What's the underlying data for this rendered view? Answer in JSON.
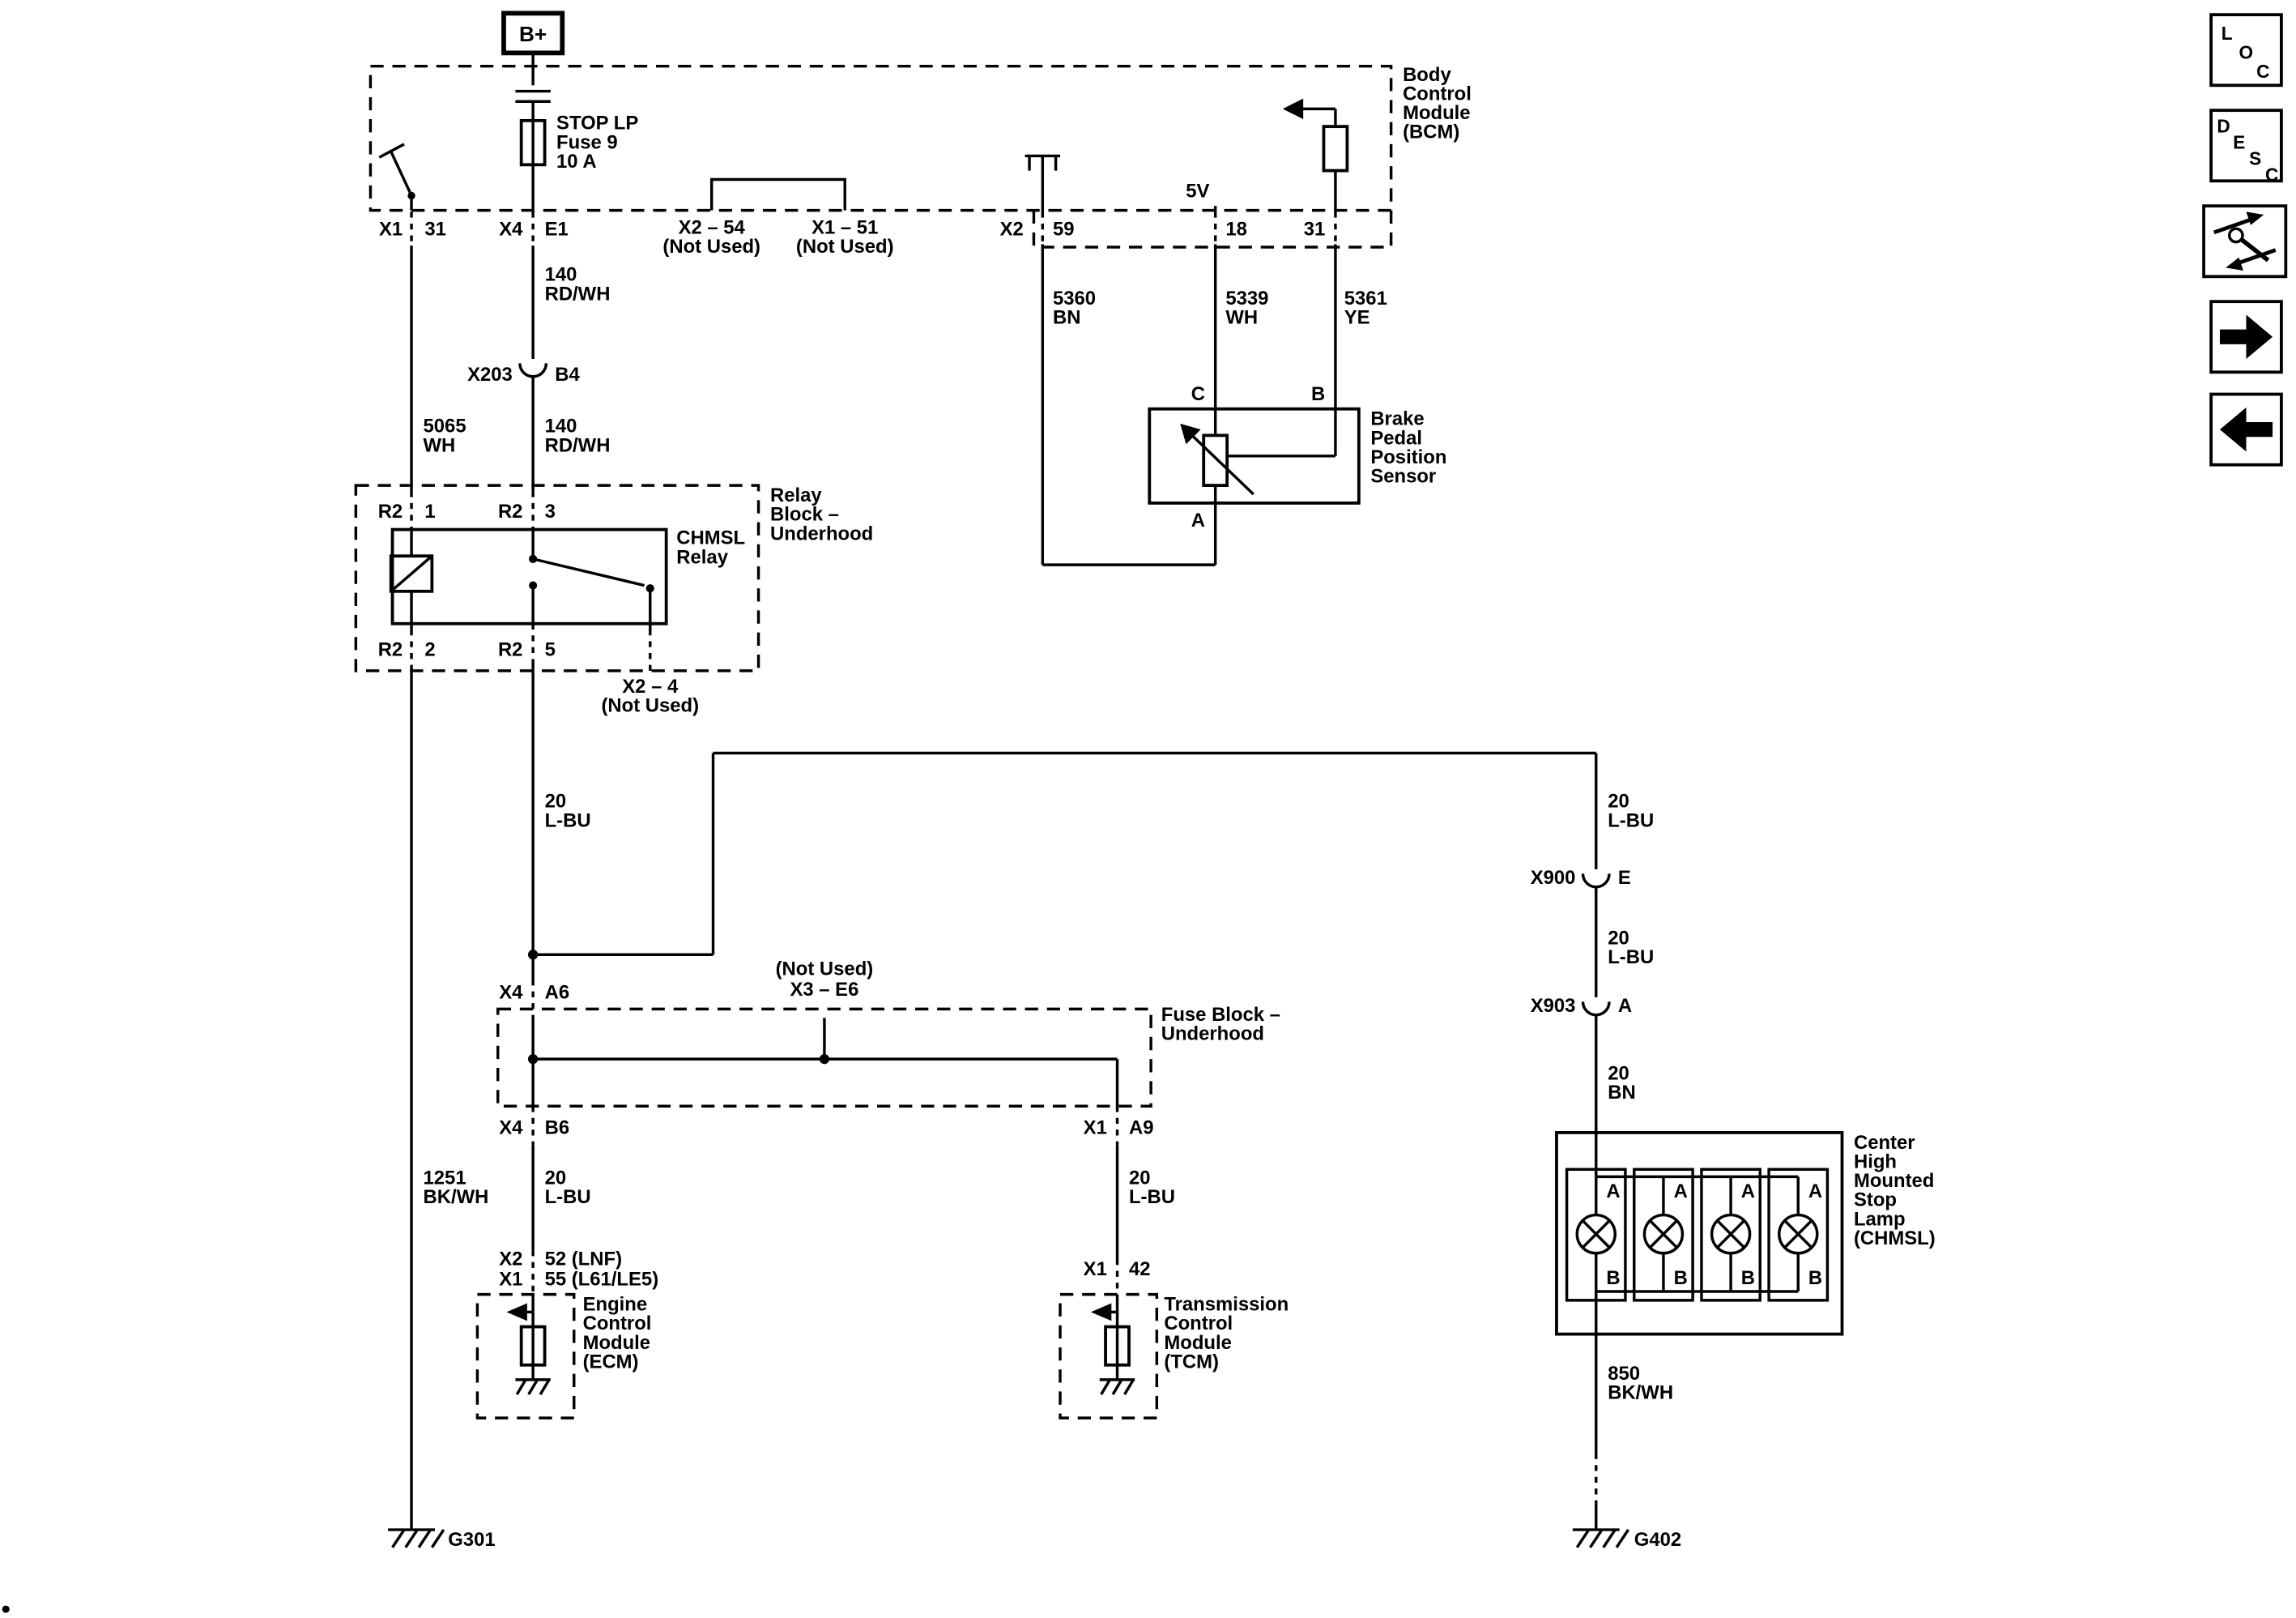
{
  "page": {
    "background": "#ffffff",
    "line_color": "#000000"
  },
  "power": {
    "b_plus": "B+"
  },
  "bcm": {
    "name": [
      "Body",
      "Control",
      "Module",
      "(BCM)"
    ],
    "fuse": [
      "STOP LP",
      "Fuse 9",
      "10 A"
    ],
    "supply": "5V",
    "pin_x1": "X1",
    "pin_x1_no": "31",
    "pin_x4": "X4",
    "pin_x4_no": "E1",
    "nu_left": [
      "X2 – 54",
      "(Not Used)"
    ],
    "nu_right": [
      "X1 – 51",
      "(Not Used)"
    ],
    "pin_x2": "X2",
    "pin_59": "59",
    "pin_18": "18",
    "pin_31": "31"
  },
  "connector_x203": {
    "name": "X203",
    "pin": "B4"
  },
  "connector_x900": {
    "name": "X900",
    "pin": "E"
  },
  "connector_x903": {
    "name": "X903",
    "pin": "A"
  },
  "wires": {
    "rdwh_upper": [
      "140",
      "RD/WH"
    ],
    "rdwh_lower": [
      "140",
      "RD/WH"
    ],
    "wh_coil": [
      "5065",
      "WH"
    ],
    "bn_sensor": [
      "5360",
      "BN"
    ],
    "wh_sensor": [
      "5339",
      "WH"
    ],
    "ye_sensor": [
      "5361",
      "YE"
    ],
    "lbu_main": [
      "20",
      "L-BU"
    ],
    "lbu_ecm": [
      "20",
      "L-BU"
    ],
    "lbu_tcm": [
      "20",
      "L-BU"
    ],
    "lbu_chmsl_upper": [
      "20",
      "L-BU"
    ],
    "lbu_chmsl_lower": [
      "20",
      "L-BU"
    ],
    "bn_chmsl": [
      "20",
      "BN"
    ],
    "bkwh_left": [
      "1251",
      "BK/WH"
    ],
    "bkwh_right": [
      "850",
      "BK/WH"
    ]
  },
  "relay_block": {
    "name": [
      "Relay",
      "Block –",
      "Underhood"
    ],
    "relay": [
      "CHMSL",
      "Relay"
    ],
    "pin_r2": "R2",
    "pin_1": "1",
    "pin_3": "3",
    "pin_2": "2",
    "pin_5": "5",
    "nu": [
      "X2 – 4",
      "(Not Used)"
    ]
  },
  "fuse_block": {
    "name": [
      "Fuse Block –",
      "Underhood"
    ],
    "nu": [
      "(Not Used)",
      "X3 – E6"
    ],
    "pin_x4_top": "X4",
    "pin_a6": "A6",
    "pin_x4_bot": "X4",
    "pin_b6": "B6",
    "pin_x1": "X1",
    "pin_a9": "A9"
  },
  "sensor": {
    "name": [
      "Brake",
      "Pedal",
      "Position",
      "Sensor"
    ],
    "pin_a": "A",
    "pin_b": "B",
    "pin_c": "C"
  },
  "ecm": {
    "name": [
      "Engine",
      "Control",
      "Module",
      "(ECM)"
    ],
    "pin_row1": [
      "X2",
      "52 (LNF)"
    ],
    "pin_row2": [
      "X1",
      "55 (L61/LE5)"
    ]
  },
  "tcm": {
    "name": [
      "Transmission",
      "Control",
      "Module",
      "(TCM)"
    ],
    "pin_row1": [
      "X1",
      "42"
    ]
  },
  "chmsl": {
    "name": [
      "Center",
      "High",
      "Mounted",
      "Stop",
      "Lamp",
      "(CHMSL)"
    ],
    "terminal_a": "A",
    "terminal_b": "B"
  },
  "grounds": {
    "left": "G301",
    "right": "G402"
  },
  "toolbar": {
    "loc": [
      "L",
      "O",
      "C"
    ],
    "desc": [
      "D",
      "E",
      "S",
      "C"
    ]
  }
}
